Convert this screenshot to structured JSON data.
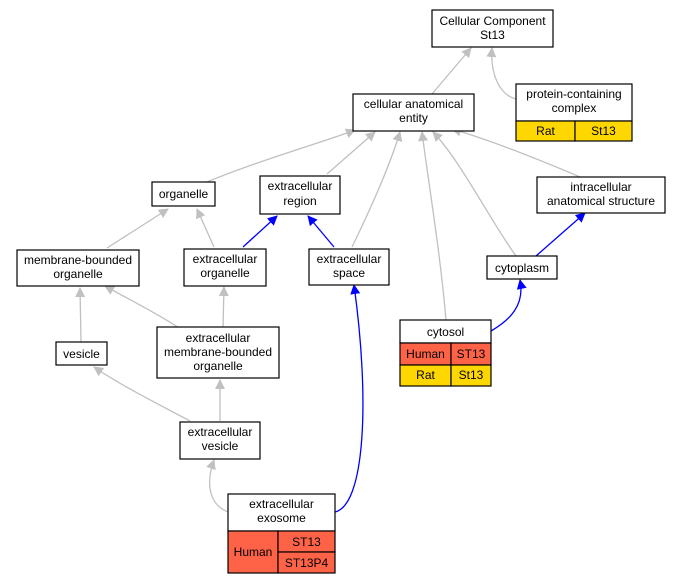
{
  "colors": {
    "human": "#FF6347",
    "rat": "#FFD700",
    "edge_gray": "#C0C0C0",
    "edge_blue": "#0000FF",
    "node_border": "#000000",
    "node_fill": "#FFFFFF"
  },
  "nodes": {
    "cellular_component": {
      "lines": [
        "Cellular Component",
        "St13"
      ]
    },
    "protein_complex": {
      "lines": [
        "protein-containing",
        "complex"
      ],
      "rows": [
        {
          "species": "Rat",
          "genes": [
            "St13"
          ]
        }
      ]
    },
    "cellular_anatomical_entity": {
      "lines": [
        "cellular anatomical",
        "entity"
      ]
    },
    "organelle": {
      "lines": [
        "organelle"
      ]
    },
    "extracellular_region": {
      "lines": [
        "extracellular",
        "region"
      ]
    },
    "intracellular_structure": {
      "lines": [
        "intracellular",
        "anatomical structure"
      ]
    },
    "membrane_bounded_organelle": {
      "lines": [
        "membrane-bounded",
        "organelle"
      ]
    },
    "extracellular_organelle": {
      "lines": [
        "extracellular",
        "organelle"
      ]
    },
    "extracellular_space": {
      "lines": [
        "extracellular",
        "space"
      ]
    },
    "cytoplasm": {
      "lines": [
        "cytoplasm"
      ]
    },
    "vesicle": {
      "lines": [
        "vesicle"
      ]
    },
    "ext_membrane_bounded_organelle": {
      "lines": [
        "extracellular",
        "membrane-bounded",
        "organelle"
      ]
    },
    "cytosol": {
      "lines": [
        "cytosol"
      ],
      "rows": [
        {
          "species": "Human",
          "genes": [
            "ST13"
          ]
        },
        {
          "species": "Rat",
          "genes": [
            "St13"
          ]
        }
      ]
    },
    "extracellular_vesicle": {
      "lines": [
        "extracellular",
        "vesicle"
      ]
    },
    "extracellular_exosome": {
      "lines": [
        "extracellular",
        "exosome"
      ],
      "rows": [
        {
          "species": "Human",
          "genes": [
            "ST13",
            "ST13P4"
          ]
        }
      ]
    }
  }
}
